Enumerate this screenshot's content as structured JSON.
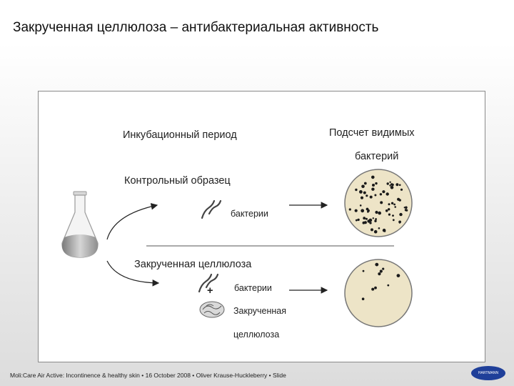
{
  "slide": {
    "title": "Закрученная целлюлоза – антибактериальная активность"
  },
  "diagram": {
    "incubation_label": "Инкубационный период",
    "count_label_line1": "Подсчет видимых",
    "count_label_line2": "бактерий",
    "control_label": "Контрольный образец",
    "control_bacteria_label": "бактерии",
    "twisted_label": "Закрученная целлюлоза",
    "twisted_bacteria_label": "бактерии",
    "plus_sign": "+",
    "cellulose_label_line1": "Закрученная",
    "cellulose_label_line2": "целлюлоза"
  },
  "colors": {
    "dish_fill": "#ede4c7",
    "dot": "#1a1a1a",
    "logo": "#1f3f99"
  },
  "footer": {
    "text": "Moli:Care Air Active: Incontinence & healthy skin • 16 October 2008 • Oliver Krause-Huckleberry • Slide",
    "logo_text": "HARTMANN"
  }
}
